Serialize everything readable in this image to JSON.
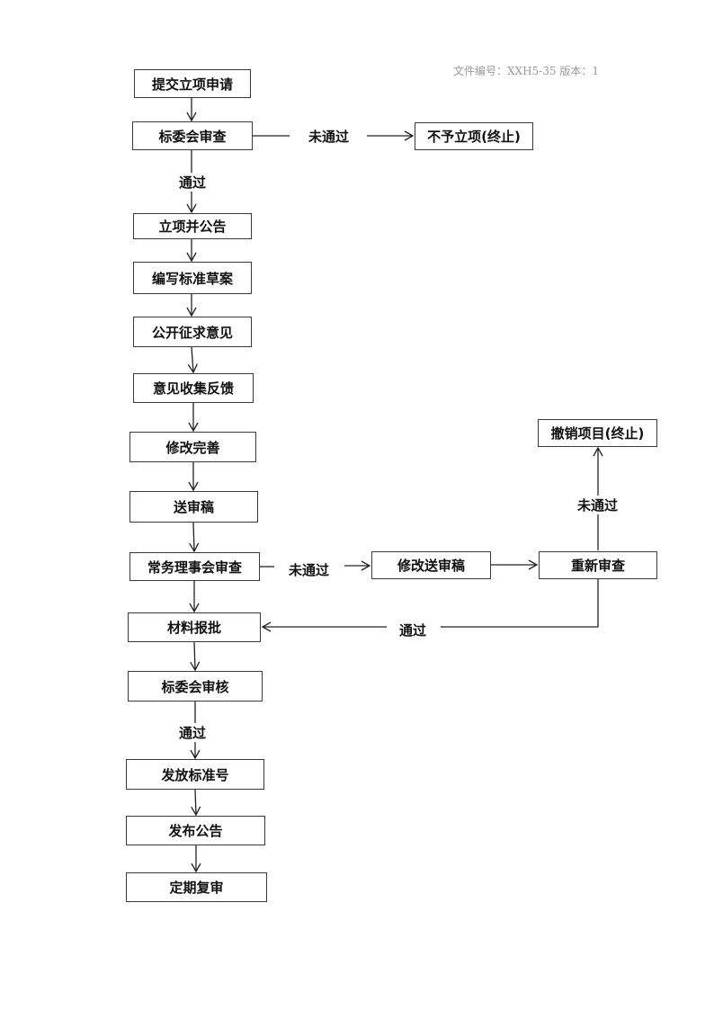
{
  "header": {
    "doc_info": "文件编号：XXH5-35 版本：1"
  },
  "nodes": {
    "submit": "提交立项申请",
    "committee_review": "标委会审查",
    "reject_project": "不予立项(终止)",
    "approve_announce": "立项并公告",
    "draft": "编写标准草案",
    "public_comment": "公开征求意见",
    "collect_feedback": "意见收集反馈",
    "revise": "修改完善",
    "submit_draft": "送审稿",
    "standing_review": "常务理事会审查",
    "revise_resubmit": "修改送审稿",
    "re_review": "重新审查",
    "cancel_project": "撤销项目(终止)",
    "materials_approval": "材料报批",
    "committee_audit": "标委会审核",
    "issue_number": "发放标准号",
    "publish": "发布公告",
    "periodic_review": "定期复审"
  },
  "labels": {
    "not_passed_1": "未通过",
    "passed_1": "通过",
    "not_passed_2": "未通过",
    "not_passed_3": "未通过",
    "passed_2": "通过",
    "passed_3": "通过"
  }
}
